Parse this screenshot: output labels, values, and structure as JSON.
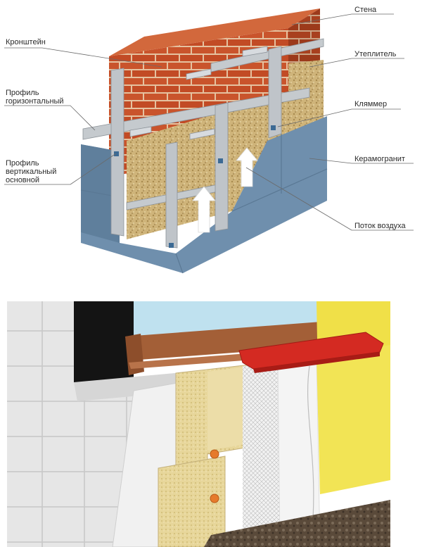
{
  "top_diagram": {
    "labels": {
      "wall": "Стена",
      "bracket": "Кронштейн",
      "insulation": "Утеплитель",
      "profile_horizontal_1": "Профиль",
      "profile_horizontal_2": "горизонтальный",
      "klyammer": "Кляммер",
      "profile_vertical_1": "Профиль",
      "profile_vertical_2": "вертикальный",
      "profile_vertical_3": "основной",
      "ceramic_granite": "Керамогранит",
      "air_flow": "Поток воздуха"
    }
  },
  "colors": {
    "brick": "#c8502a",
    "brick_dark": "#8e3418",
    "mortar": "#e9c7a8",
    "profile": "#b9bec4",
    "panel": "#6f8fad",
    "insulation": "#c9ae74",
    "window_frame": "#9a5a35",
    "sill": "#d42a22",
    "plaster_yellow": "#f0e048",
    "block": "#e7e7e7",
    "mineral_wool": "#e6d592",
    "dowel": "#e67a2c"
  }
}
